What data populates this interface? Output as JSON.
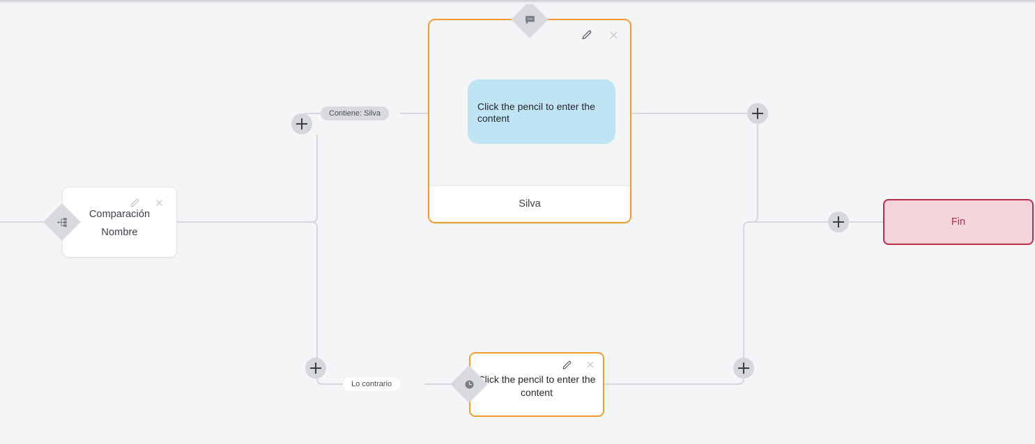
{
  "canvas": {
    "background_color": "#f4f5f7",
    "edge_color": "#d5d7dc"
  },
  "nodes": {
    "comparison": {
      "name": "comparison-node",
      "title": "Comparación",
      "subtitle": "Nombre",
      "badge_icon": "branch-icon",
      "edit_icon": "pencil-icon",
      "close_icon": "close-icon",
      "border_color": "#e3e4e8",
      "fill_color": "#ffffff"
    },
    "message_main": {
      "name": "message-node",
      "bubble_text": "Click the pencil to enter the content",
      "footer_text": "Silva",
      "badge_icon": "chat-bubble-icon",
      "edit_icon": "pencil-icon",
      "close_icon": "close-icon",
      "border_color": "#f59b2b",
      "bubble_color": "#bfe5f5"
    },
    "message_alt": {
      "name": "message-node-alt",
      "body_text": "Click the pencil to enter the content",
      "badge_icon": "clock-icon",
      "edit_icon": "pencil-icon",
      "close_icon": "close-icon",
      "border_color": "#f59b2b"
    },
    "end": {
      "name": "end-node",
      "label": "Fin",
      "border_color": "#c2284b",
      "fill_color": "#f3d5da",
      "text_color": "#c2284b"
    }
  },
  "edge_labels": {
    "contains": "Contiene: Silva",
    "otherwise": "Lo contrario"
  },
  "add_buttons": [
    {
      "name": "add-step-top-left"
    },
    {
      "name": "add-step-bottom-left"
    },
    {
      "name": "add-step-top-right"
    },
    {
      "name": "add-step-bottom-right"
    },
    {
      "name": "add-step-before-end"
    }
  ]
}
